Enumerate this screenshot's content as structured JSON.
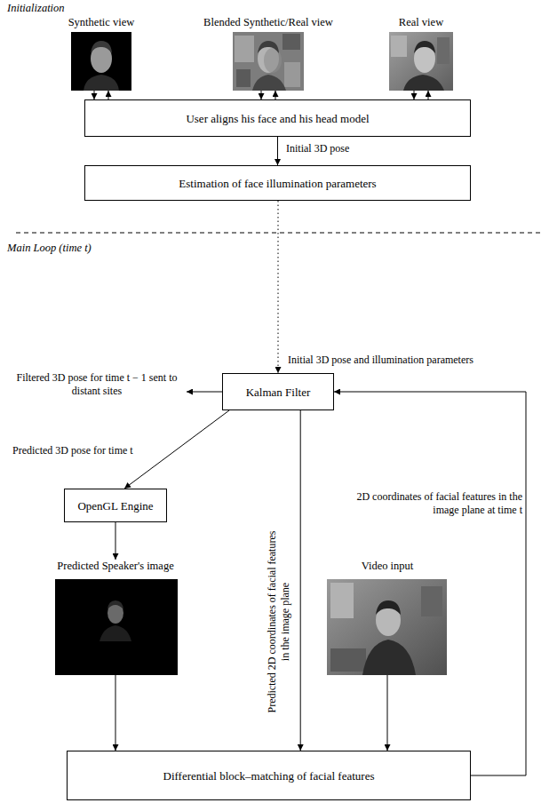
{
  "diagram": {
    "nodes": [
      {
        "text": [
          "Synthetic view"
        ]
      },
      {
        "text": [
          "Blended Synthetic/Real view"
        ]
      },
      {
        "text": [
          "Real view"
        ]
      },
      {
        "text": [
          "User aligns his face and his head model"
        ]
      },
      {
        "text": [
          "Estimation of face illumination parameters"
        ]
      },
      {
        "text": [
          "Kalman Filter"
        ]
      },
      {
        "text": [
          "OpenGL Engine"
        ]
      },
      {
        "text": [
          "Predicted Speaker's image"
        ]
      },
      {
        "text": [
          "Video input"
        ]
      },
      {
        "text": [
          "Differential block–matching of facial features"
        ]
      }
    ],
    "edges": [
      {
        "from": 0,
        "to": 3,
        "arrow": "to"
      },
      {
        "from": 3,
        "to": 0,
        "arrow": "to"
      },
      {
        "from": 1,
        "to": 3,
        "arrow": "to"
      },
      {
        "from": 3,
        "to": 1,
        "arrow": "to"
      },
      {
        "from": 2,
        "to": 3,
        "arrow": "to"
      },
      {
        "from": 3,
        "to": 2,
        "arrow": "to"
      },
      {
        "from": 3,
        "to": 4,
        "label": "Initial 3D pose",
        "arrow": "to"
      },
      {
        "from": 4,
        "to": 5,
        "label": "Initial 3D pose and illumination parameters",
        "arrow": "to"
      },
      {
        "from": 5,
        "to": 6,
        "label": "Predicted 3D pose for time t",
        "arrow": "to"
      },
      {
        "from": 6,
        "to": 7,
        "arrow": "to"
      },
      {
        "from": 7,
        "to": 9,
        "arrow": "to"
      },
      {
        "from": 5,
        "to": 9,
        "label": "Predicted 2D coordinates of facial features in the image plane",
        "arrow": "to"
      },
      {
        "from": 8,
        "to": 9,
        "arrow": "to"
      },
      {
        "from": 9,
        "to": 5,
        "label": "2D coordinates of facial features in the image plane at time t",
        "arrow": "to"
      }
    ],
    "labels": [
      "Initialization",
      "Main Loop (time t)",
      "Filtered 3D pose for time t − 1 sent to distant sites"
    ]
  }
}
